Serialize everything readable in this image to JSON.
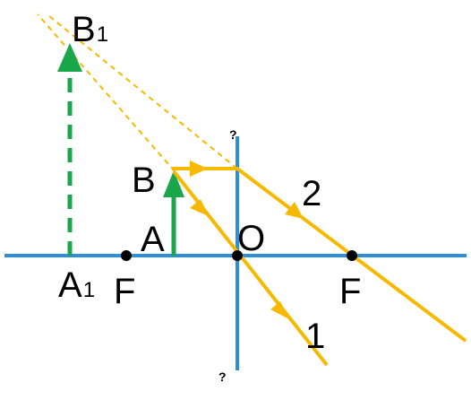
{
  "colors": {
    "axis": "#2e8fd6",
    "ray": "#f7b900",
    "object": "#1aa64a",
    "point": "#000000"
  },
  "labels": {
    "b1_letter": "B",
    "b1_sub": "1",
    "a1_letter": "A",
    "a1_sub": "1",
    "b": "B",
    "a": "A",
    "o": "O",
    "f_left": "F",
    "f_right": "F",
    "ray1": "1",
    "ray2": "2",
    "q_top": "?",
    "q_bottom": "?"
  }
}
